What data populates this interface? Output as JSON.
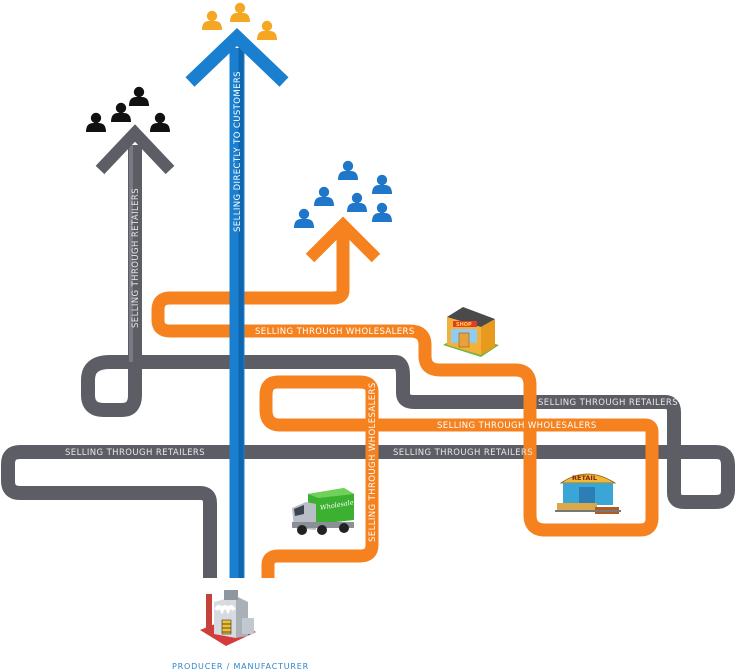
{
  "colors": {
    "retailers": "#5d5d66",
    "retailers_light": "#797982",
    "direct": "#1a7fcf",
    "direct_dark": "#0e66ae",
    "wholesalers": "#f5821f",
    "wholesalers_dark": "#e06b10",
    "customers_black": "#111111",
    "customers_yellow": "#f5a623",
    "customers_blue": "#1f77c9",
    "caption": "#2f86c8"
  },
  "channels": {
    "direct": {
      "label": "SELLING DIRECTLY TO CUSTOMERS"
    },
    "retailers_vertical": {
      "label": "SELLING THROUGH RETAILERS"
    },
    "retailers_left": {
      "label": "SELLING THROUGH RETAILERS"
    },
    "retailers_middle": {
      "label": "SELLING THROUGH RETAILERS"
    },
    "retailers_right": {
      "label": "SELLING THROUGH RETAILERS"
    },
    "wholesalers_upper": {
      "label": "SELLING THROUGH WHOLESALERS"
    },
    "wholesalers_lower": {
      "label": "SELLING THROUGH WHOLESALERS"
    },
    "wholesalers_vertical": {
      "label": "SELLING THROUGH WHOLESALERS"
    }
  },
  "icons": {
    "shop_sign": "SHOP",
    "retail_sign": "RETAIL",
    "truck_sign": "Wholesale"
  },
  "producer": {
    "label": "PRODUCER / MANUFACTURER"
  }
}
